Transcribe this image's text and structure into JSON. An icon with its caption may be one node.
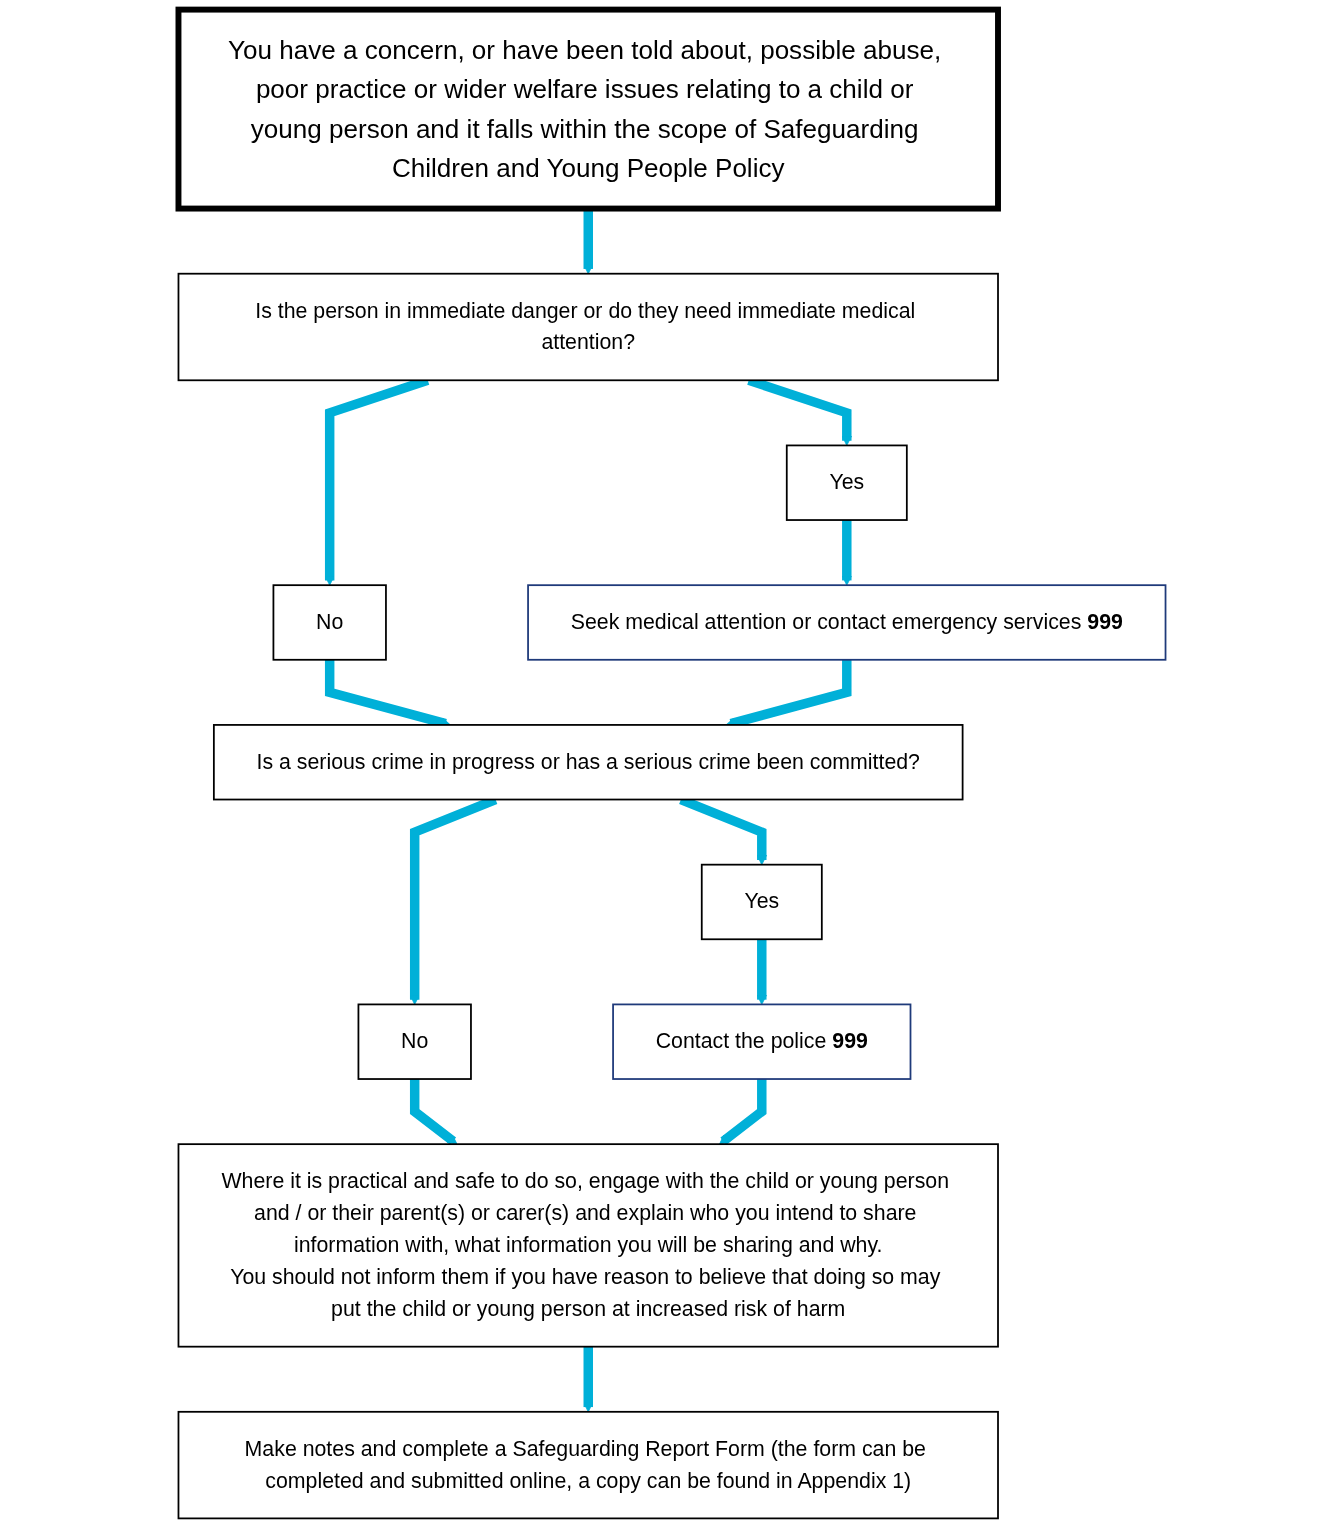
{
  "diagram": {
    "nodes": [
      {
        "text": [
          "You have a concern, or have been told about, possible abuse, poor practice or wider welfare issues relating to a child or young person and it falls within the scope of Safeguarding Children and Young People Policy"
        ]
      },
      {
        "text": [
          "Is the person in immediate danger or do they need immediate medical attention?"
        ]
      },
      {
        "text": [
          "No"
        ]
      },
      {
        "text": [
          "Yes"
        ]
      },
      {
        "text": [
          "Seek medical attention or contact emergency services **999**"
        ]
      },
      {
        "text": [
          "Is a serious crime in progress or has a serious crime been committed?"
        ]
      },
      {
        "text": [
          "No"
        ]
      },
      {
        "text": [
          "Yes"
        ]
      },
      {
        "text": [
          "Contact the police **999**"
        ]
      },
      {
        "text": [
          "Where it is practical and safe to do so, engage with the child or young person and / or their parent(s) or carer(s) and explain who you intend to share information with, what information you will be sharing and why.",
          "You should not inform them if you have reason to believe that doing so may put the child or young person at increased risk of harm"
        ]
      },
      {
        "text": [
          "Make notes and complete a Safeguarding Report Form (the form can be completed and submitted online, a copy can be found in Appendix 1)"
        ]
      }
    ],
    "edges": [
      {
        "from": 0,
        "to": 1,
        "arrow": "to"
      },
      {
        "from": 1,
        "to": 2,
        "arrow": "to"
      },
      {
        "from": 1,
        "to": 3,
        "arrow": "to"
      },
      {
        "from": 3,
        "to": 4,
        "arrow": "to"
      },
      {
        "from": 2,
        "to": 5,
        "arrow": "to"
      },
      {
        "from": 4,
        "to": 5,
        "arrow": "to"
      },
      {
        "from": 5,
        "to": 6,
        "arrow": "to"
      },
      {
        "from": 5,
        "to": 7,
        "arrow": "to"
      },
      {
        "from": 7,
        "to": 8,
        "arrow": "to"
      },
      {
        "from": 6,
        "to": 9,
        "arrow": "to"
      },
      {
        "from": 8,
        "to": 9,
        "arrow": "to"
      },
      {
        "from": 9,
        "to": 10,
        "arrow": "to"
      }
    ]
  }
}
